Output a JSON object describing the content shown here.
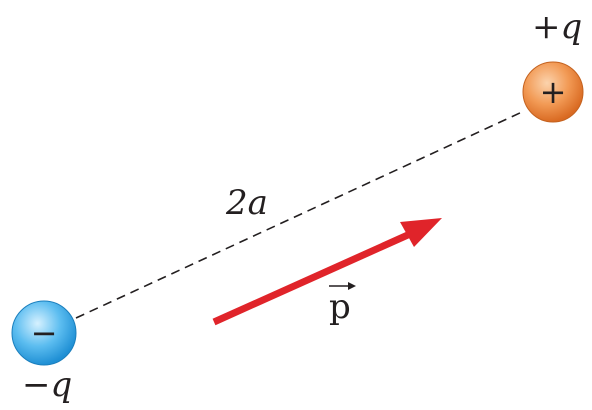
{
  "diagram": {
    "positive_charge": {
      "label": "+q",
      "sign": "+",
      "color": "#f08a3c"
    },
    "negative_charge": {
      "label": "−q",
      "sign": "−",
      "color": "#3aa9e8"
    },
    "separation_label": "2a",
    "dipole_moment": {
      "symbol": "p",
      "arrow_color": "#e0242a"
    }
  }
}
